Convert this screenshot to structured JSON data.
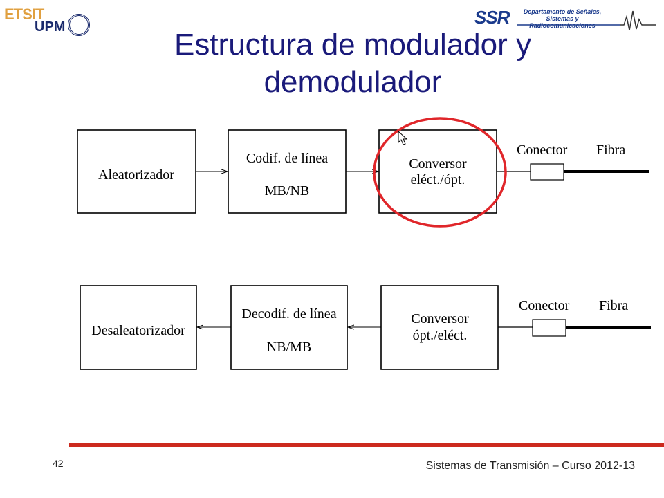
{
  "header": {
    "logo_left_text_1": "ETSIT",
    "logo_left_text_2": "UPM",
    "logo_right_text": "SSR",
    "logo_right_dept_line1": "Departamento de Señales,",
    "logo_right_dept_line2": "Sistemas y Radiocomunicaciones"
  },
  "title": {
    "line1": "Estructura de modulador y",
    "line2": "demodulador"
  },
  "modulator": {
    "blocks": [
      {
        "line1": "Aleatorizador",
        "line2": ""
      },
      {
        "line1": "Codif. de línea",
        "line2": "MB/NB"
      },
      {
        "line1": "Conversor",
        "line2": "eléct./ópt."
      }
    ],
    "connector_label": "Conector",
    "fiber_label": "Fibra"
  },
  "demodulator": {
    "blocks": [
      {
        "line1": "Desaleatorizador",
        "line2": ""
      },
      {
        "line1": "Decodif. de línea",
        "line2": "NB/MB"
      },
      {
        "line1": "Conversor",
        "line2": "ópt./eléct."
      }
    ],
    "connector_label": "Conector",
    "fiber_label": "Fibra"
  },
  "highlight_color": "#e0262a",
  "title_color": "#1a1a7a",
  "footer": {
    "page_number": "42",
    "course": "Sistemas de Transmisión – Curso 2012-13",
    "rule_color": "#cc2a1e"
  }
}
